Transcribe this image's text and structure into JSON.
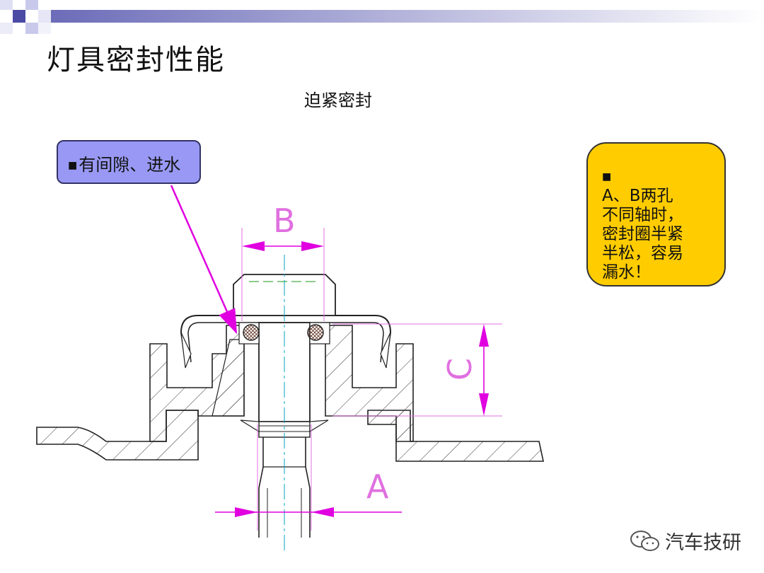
{
  "slide": {
    "title": "灯具密封性能",
    "subtitle": "迫紧密封"
  },
  "callouts": {
    "left_bullet": "■",
    "left_text": "有间隙、进水",
    "right_bullet": "■",
    "right_lines": [
      "A、B两孔",
      "不同轴时，",
      "密封圈半紧",
      "半松，容易",
      "漏水！"
    ]
  },
  "dimensions": {
    "b_label": "B",
    "a_label": "A",
    "c_label": "C"
  },
  "watermark": {
    "text": "汽车技研"
  },
  "colors": {
    "magenta": "#e000e0",
    "left_callout": "#9999f5",
    "right_callout": "#ffcc00",
    "band_blue": "#5a5ab0"
  }
}
